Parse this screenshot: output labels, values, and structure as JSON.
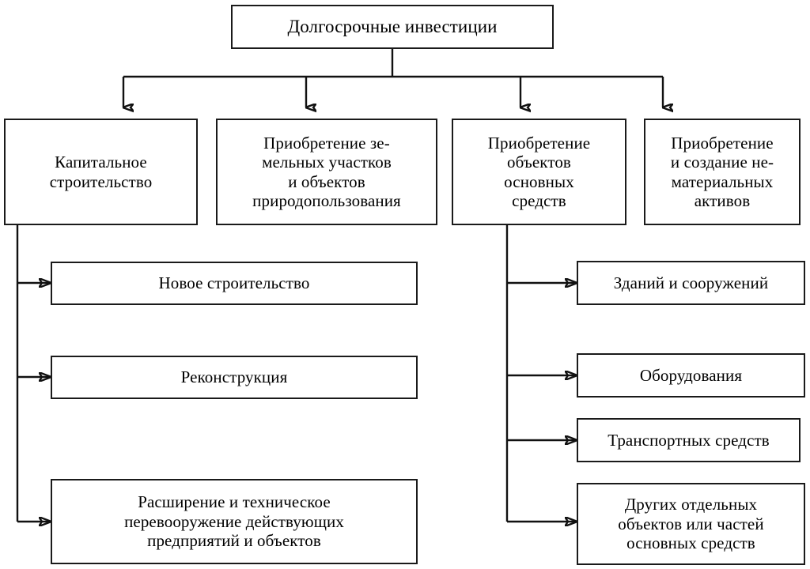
{
  "diagram": {
    "title": "Долгосрочные инвестиции",
    "type": "hierarchical-tree",
    "language": "ru",
    "colors": {
      "line": "#111111",
      "box_border": "#1a1a1a",
      "box_fill": "#ffffff",
      "text": "#000000",
      "background": "#ffffff"
    },
    "root": {
      "label": "Долгосрочные инвестиции"
    },
    "categories": [
      {
        "id": "cat1",
        "label": "Капитальное\nстроительство"
      },
      {
        "id": "cat2",
        "label": "Приобретение зе-\nмельных участков\nи объектов\nприродопользования"
      },
      {
        "id": "cat3",
        "label": "Приобретение\nобъектов\nосновных\nсредств"
      },
      {
        "id": "cat4",
        "label": "Приобретение\nи создание не-\nматериальных\nактивов"
      }
    ],
    "left_branch_items": [
      {
        "id": "l1",
        "label": "Новое строительство"
      },
      {
        "id": "l2",
        "label": "Реконструкция"
      },
      {
        "id": "l3",
        "label": "Расширение и техническое\nперевооружение действующих\nпредприятий и объектов"
      }
    ],
    "right_branch_items": [
      {
        "id": "r1",
        "label": "Зданий и сооружений"
      },
      {
        "id": "r2",
        "label": "Оборудования"
      },
      {
        "id": "r3",
        "label": "Транспортных средств"
      },
      {
        "id": "r4",
        "label": "Других отдельных\nобъектов или частей\nосновных средств"
      }
    ]
  }
}
